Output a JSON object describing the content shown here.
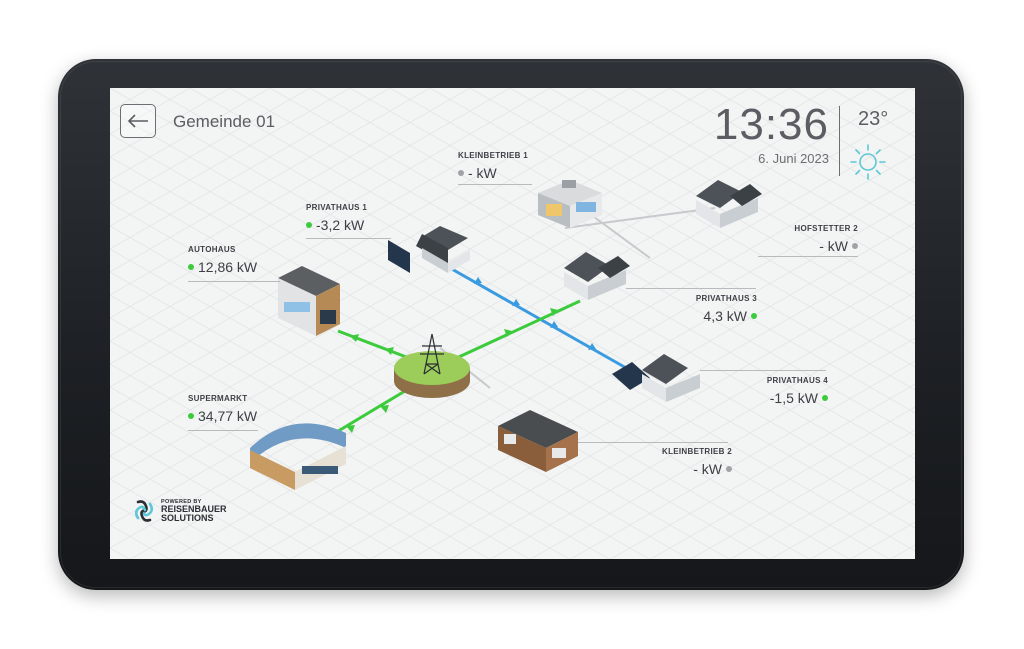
{
  "header": {
    "title": "Gemeinde 01",
    "time": "13:36",
    "date": "6. Juni 2023",
    "temperature": "23°"
  },
  "nodes": {
    "kleinbetrieb1": {
      "name": "KLEINBETRIEB 1",
      "value": "- kW",
      "status": "grey"
    },
    "privathaus1": {
      "name": "PRIVATHAUS 1",
      "value": "-3,2 kW",
      "status": "green"
    },
    "autohaus": {
      "name": "AUTOHAUS",
      "value": "12,86 kW",
      "status": "green"
    },
    "hofstetter2": {
      "name": "HOFSTETTER 2",
      "value": "- kW",
      "status": "grey"
    },
    "privathaus3": {
      "name": "PRIVATHAUS 3",
      "value": "4,3 kW",
      "status": "green"
    },
    "privathaus4": {
      "name": "PRIVATHAUS 4",
      "value": "-1,5 kW",
      "status": "green"
    },
    "supermarkt": {
      "name": "SUPERMARKT",
      "value": "34,77 kW",
      "status": "green"
    },
    "kleinbetrieb2": {
      "name": "KLEINBETRIEB 2",
      "value": "- kW",
      "status": "grey"
    }
  },
  "logo": {
    "powered_by": "POWERED BY",
    "line1": "REISENBAUER",
    "line2": "SOLUTIONS"
  },
  "colors": {
    "flow_green": "#3ccb3c",
    "flow_blue": "#3b9be0",
    "status_grey": "#a0a3a6",
    "sun": "#5ec8d6"
  },
  "icons": {
    "back": "arrow-left-icon",
    "weather": "sun-icon",
    "hub": "power-pylon-icon"
  }
}
